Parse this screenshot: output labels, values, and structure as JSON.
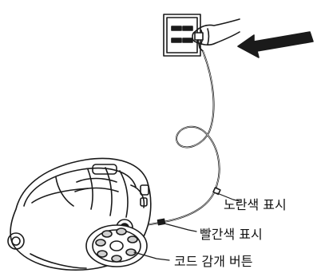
{
  "figure": {
    "labels": {
      "yellow_mark": "노란색 표시",
      "red_mark": "빨간색 표시",
      "cord_rewind_button": "코드 감개 버튼"
    }
  }
}
